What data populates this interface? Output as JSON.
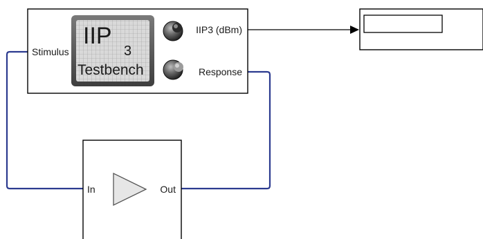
{
  "testbench_block": {
    "icon_title": "IIP",
    "icon_subscript": "3",
    "icon_caption": "Testbench",
    "ports": {
      "stimulus": "Stimulus",
      "iip3_output": "IIP3 (dBm)",
      "response": "Response"
    }
  },
  "display_block": {
    "value": ""
  },
  "amplifier_block": {
    "ports": {
      "in": "In",
      "out": "Out"
    }
  },
  "icons": {
    "knob_top": "knob-icon",
    "knob_bottom": "knob-icon",
    "amplifier": "triangle-gain-icon",
    "arrow": "arrowhead-icon"
  },
  "colors": {
    "rf_signal_line": "#2b3a8f",
    "scalar_line": "#000000",
    "icon_panel_dark": "#5a5a5a",
    "icon_panel_light": "#d9d9d9",
    "amplifier_fill": "#e6e6e6"
  }
}
